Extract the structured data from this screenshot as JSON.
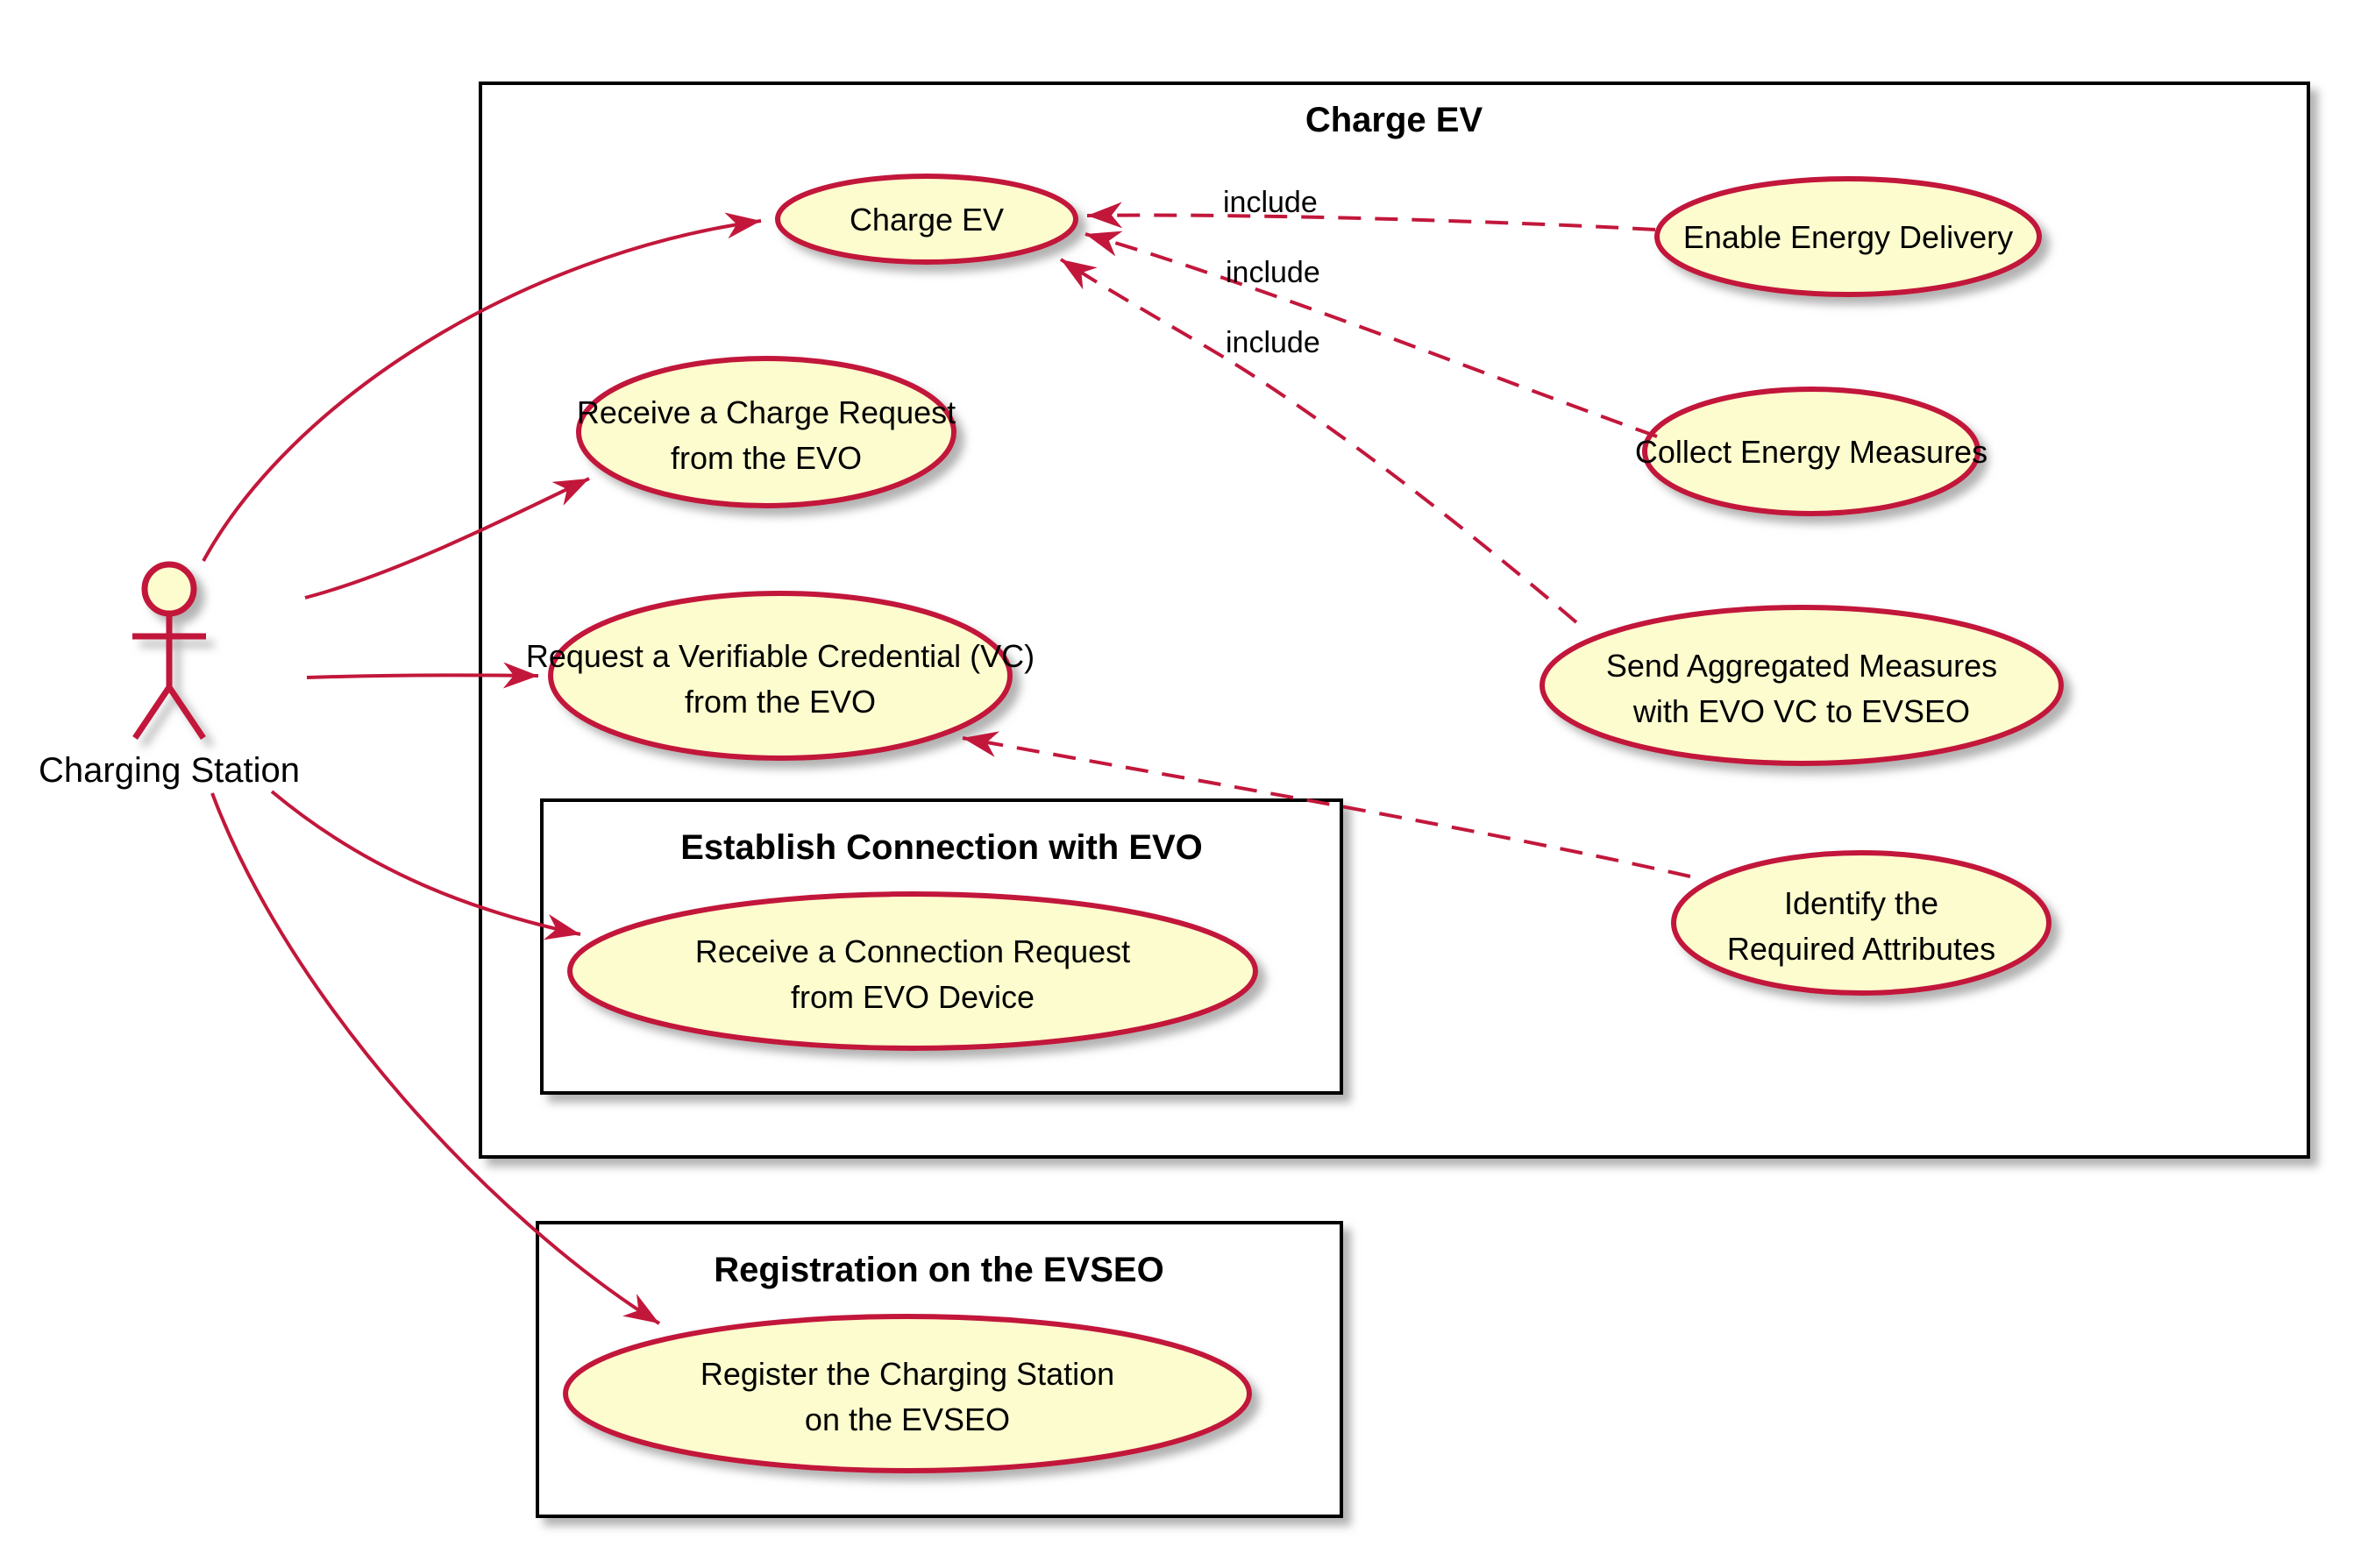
{
  "actor": {
    "label": "Charging Station"
  },
  "boxes": {
    "charge_ev": {
      "title": "Charge EV"
    },
    "establish": {
      "title": "Establish Connection with EVO"
    },
    "registration": {
      "title": "Registration on the EVSEO"
    }
  },
  "usecases": {
    "charge_ev": {
      "label": "Charge EV"
    },
    "receive_charge": {
      "line1": "Receive a Charge Request",
      "line2": "from the EVO"
    },
    "request_vc": {
      "line1": "Request a Verifiable Credential (VC)",
      "line2": "from the EVO"
    },
    "enable_energy": {
      "label": "Enable Energy Delivery"
    },
    "collect_energy": {
      "label": "Collect Energy Measures"
    },
    "send_aggregated": {
      "line1": "Send Aggregated Measures",
      "line2": "with EVO VC to EVSEO"
    },
    "identify_attrs": {
      "line1": "Identify the",
      "line2": "Required Attributes"
    },
    "receive_connection": {
      "line1": "Receive a Connection Request",
      "line2": "from EVO Device"
    },
    "register_station": {
      "line1": "Register the Charging Station",
      "line2": "on the EVSEO"
    }
  },
  "edges": {
    "include_label_1": "include",
    "include_label_2": "include",
    "include_label_3": "include"
  },
  "colors": {
    "usecase_fill": "#FCFCCE",
    "crimson": "#C2173B",
    "box_border": "#000000",
    "text": "#000000",
    "background": "#FFFFFF"
  }
}
